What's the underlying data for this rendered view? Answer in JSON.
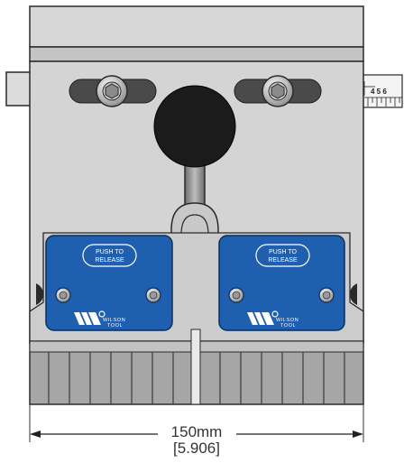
{
  "plates": [
    {
      "button_label_line1": "PUSH TO",
      "button_label_line2": "RELEASE",
      "brand_line1": "WILSON",
      "brand_line2": "TOOL"
    },
    {
      "button_label_line1": "PUSH TO",
      "button_label_line2": "RELEASE",
      "brand_line1": "WILSON",
      "brand_line2": "TOOL"
    }
  ],
  "scale": {
    "digits": "4 5 6"
  },
  "dimension": {
    "metric": "150mm",
    "imperial": "[5.906]"
  },
  "colors": {
    "body": "#d6d6d6",
    "plate": "#1f5faf",
    "knob": "#1b1b1b",
    "outline": "#2a2a2a"
  }
}
